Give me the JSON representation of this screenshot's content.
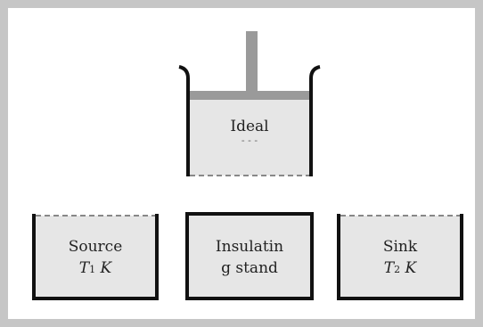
{
  "cylinder": {
    "label": "Ideal",
    "sublabel": "- - -"
  },
  "source": {
    "label": "Source",
    "temp_symbol": "T",
    "temp_sub": "1",
    "temp_unit": "K"
  },
  "stand": {
    "line1": "Insulatin",
    "line2": "g stand"
  },
  "sink": {
    "label": "Sink",
    "temp_symbol": "T",
    "temp_sub": "2",
    "temp_unit": "K"
  },
  "colors": {
    "frame": "#c6c6c6",
    "fill": "#e6e6e6",
    "stroke": "#111111",
    "piston": "#9a9a9a"
  }
}
